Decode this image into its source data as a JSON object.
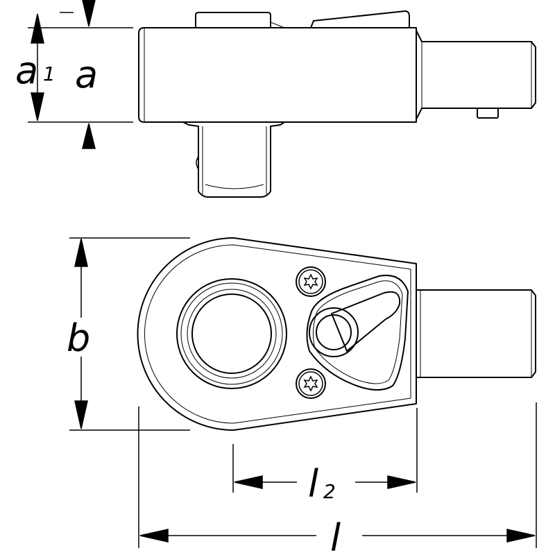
{
  "labels": {
    "a1_main": "a",
    "a1_sub": "1",
    "a": "a",
    "b": "b",
    "l2_main": "l",
    "l2_sub": "2",
    "l": "l"
  },
  "colors": {
    "stroke": "#000000",
    "background": "#ffffff"
  },
  "icons": {
    "screw_head": "torx-screw-icon"
  }
}
